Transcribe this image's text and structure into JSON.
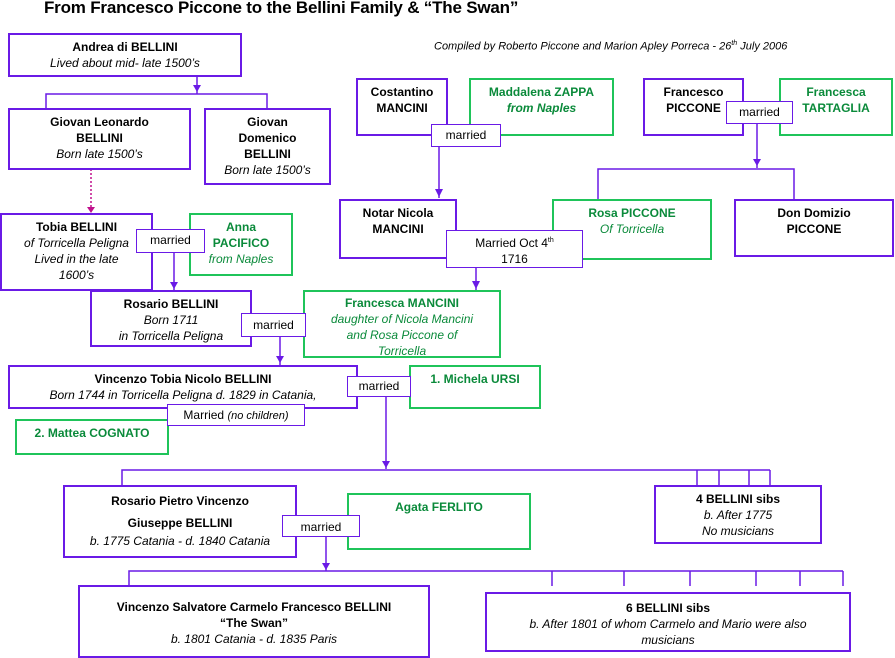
{
  "title": "From Francesco Piccone to the Bellini Family & “The Swan”",
  "credit": {
    "text": "Compiled by Roberto Piccone and Marion Apley Porreca - 26",
    "sup": "th",
    "tail": " July 2006"
  },
  "colors": {
    "bellini_line": "#6a1ae6",
    "spouse_line": "#1fc45a",
    "spouse_text": "#0a8a3a",
    "dotted_descent": "#c0108c"
  },
  "people": {
    "andrea": {
      "name": "Andrea di BELLINI",
      "detail": "Lived about mid- late 1500’s"
    },
    "giovan_leonardo": {
      "name1": "Giovan Leonardo",
      "name2": "BELLINI",
      "detail": "Born late 1500’s"
    },
    "giovan_domenico": {
      "name1": "Giovan",
      "name2": "Domenico",
      "name3": "BELLINI",
      "detail": "Born late 1500’s"
    },
    "costantino": {
      "name1": "Costantino",
      "name2": "MANCINI"
    },
    "maddalena": {
      "name": "Maddalena ZAPPA",
      "detail": "from Naples"
    },
    "francesco_piccone": {
      "name1": "Francesco",
      "name2": "PICCONE"
    },
    "francesca_tartaglia": {
      "name1": "Francesca",
      "name2": "TARTAGLIA"
    },
    "tobia": {
      "name": "Tobia BELLINI",
      "detail1": "of Torricella Peligna",
      "detail2": "Lived in the late",
      "detail3": "1600’s"
    },
    "anna": {
      "name1": "Anna",
      "name2": "PACIFICO",
      "detail": "from Naples"
    },
    "notar_nicola": {
      "name1": "Notar Nicola",
      "name2": "MANCINI"
    },
    "rosa": {
      "name": "Rosa PICCONE",
      "detail": "Of Torricella"
    },
    "don_domizio": {
      "name1": "Don Domizio",
      "name2": "PICCONE"
    },
    "rosario": {
      "name": "Rosario BELLINI",
      "detail1": "Born 1711",
      "detail2": "in Torricella Peligna"
    },
    "francesca_mancini": {
      "name": "Francesca MANCINI",
      "detail1": "daughter of Nicola Mancini",
      "detail2": "and Rosa Piccone of",
      "detail3": "Torricella"
    },
    "vincenzo_tobia": {
      "name": "Vincenzo Tobia Nicolo  BELLINI",
      "detail": "Born 1744  in Torricella Peligna d. 1829 in Catania,"
    },
    "michela": {
      "name": "1. Michela URSI"
    },
    "mattea": {
      "name": "2. Mattea COGNATO"
    },
    "rosario_pietro": {
      "name1": "Rosario Pietro Vincenzo",
      "name2": "Giuseppe  BELLINI",
      "detail": "b. 1775 Catania - d. 1840 Catania"
    },
    "agata": {
      "name": "Agata FERLITO"
    },
    "sibs4": {
      "name": "4 BELLINI sibs",
      "detail1": "b. After 1775",
      "detail2": "No musicians"
    },
    "swan": {
      "name": "Vincenzo Salvatore Carmelo Francesco  BELLINI",
      "nickname": "“The Swan”",
      "detail": "b. 1801 Catania - d. 1835 Paris"
    },
    "sibs6": {
      "name": "6 BELLINI sibs",
      "detail1": "b. After 1801 of whom Carmelo and Mario were also",
      "detail2": "musicians"
    }
  },
  "marriages": {
    "costantino_maddalena": "married",
    "francesco_francesca": "married",
    "tobia_anna": "married",
    "nicola_rosa": {
      "text": "Married Oct 4",
      "sup": "th",
      "year": "1716"
    },
    "rosario_francesca": "married",
    "vincenzo_michela": "married",
    "vincenzo_mattea": {
      "text": "Married ",
      "note": "(no children)"
    },
    "rosario_agata": "married"
  }
}
